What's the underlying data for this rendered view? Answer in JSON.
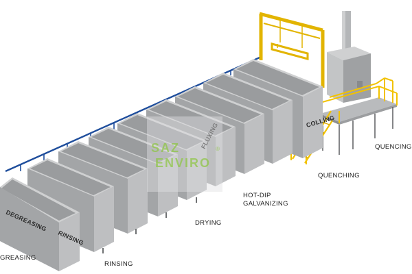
{
  "colors": {
    "tank_light": "#c9cacb",
    "tank_mid": "#a9abad",
    "tank_dark": "#8d8f91",
    "rail": "#1f4e9c",
    "yellow": "#f2c200",
    "watermark": "#8cc63f"
  },
  "tank_labels": {
    "degreasing": "DEGREASING",
    "rinsing": "RINSING",
    "fluxing": "FLUXING",
    "cooling": "COLLING"
  },
  "floor_labels": {
    "degreasing": "GREASING",
    "rinsing": "RINSING",
    "drying": "DRYING",
    "galvanizing_1": "HOT-DIP",
    "galvanizing_2": "GALVANIZING",
    "quenching_1": "QUENCHING",
    "quenching_2": "QUENCING"
  },
  "watermark": {
    "line1": "SAZ",
    "line2": "ENVIRO",
    "reg": "®"
  }
}
